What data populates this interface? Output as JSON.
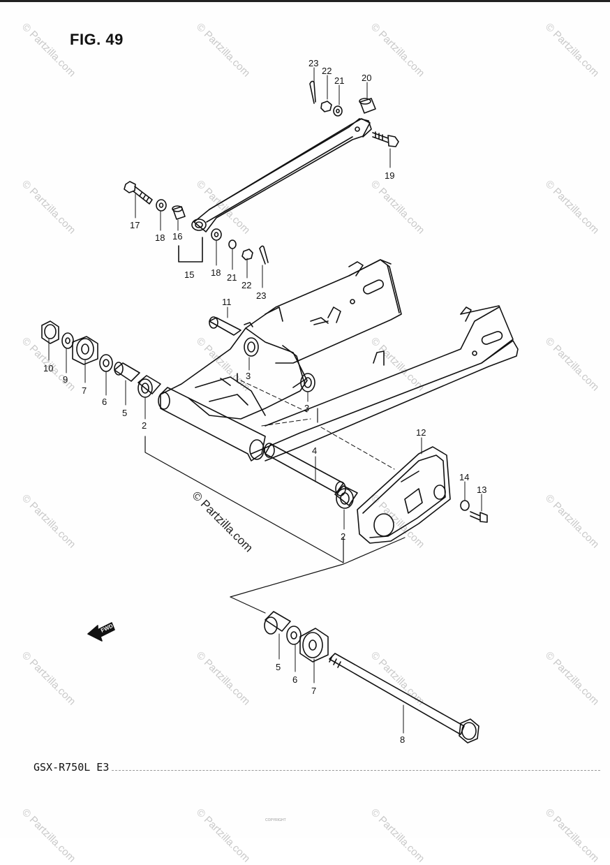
{
  "header": {
    "figure_title": "FIG. 49"
  },
  "footer": {
    "model_code": "GSX-R750L  E3",
    "fine_print": "COPYRIGHT"
  },
  "watermark": {
    "text": "© Partzilla.com",
    "center_text": "© Partzilla.com"
  },
  "diagram": {
    "fwd_label": "FWD",
    "callouts": {
      "c23a": "23",
      "c22a": "22",
      "c21a": "21",
      "c20": "20",
      "c19": "19",
      "c17": "17",
      "c18a": "18",
      "c16": "16",
      "c15": "15",
      "c18b": "18",
      "c21b": "21",
      "c22b": "22",
      "c23b": "23",
      "c11": "11",
      "c10": "10",
      "c9": "9",
      "c7a": "7",
      "c6a": "6",
      "c5a": "5",
      "c2a": "2",
      "c3a": "3",
      "c3b": "3",
      "c12": "12",
      "c4": "4",
      "c14": "14",
      "c13": "13",
      "c2b": "2",
      "c5b": "5",
      "c6b": "6",
      "c7b": "7",
      "c8": "8"
    }
  },
  "colors": {
    "ink": "#111111",
    "watermark": "#c9c9c9",
    "paper": "#fefefe"
  }
}
